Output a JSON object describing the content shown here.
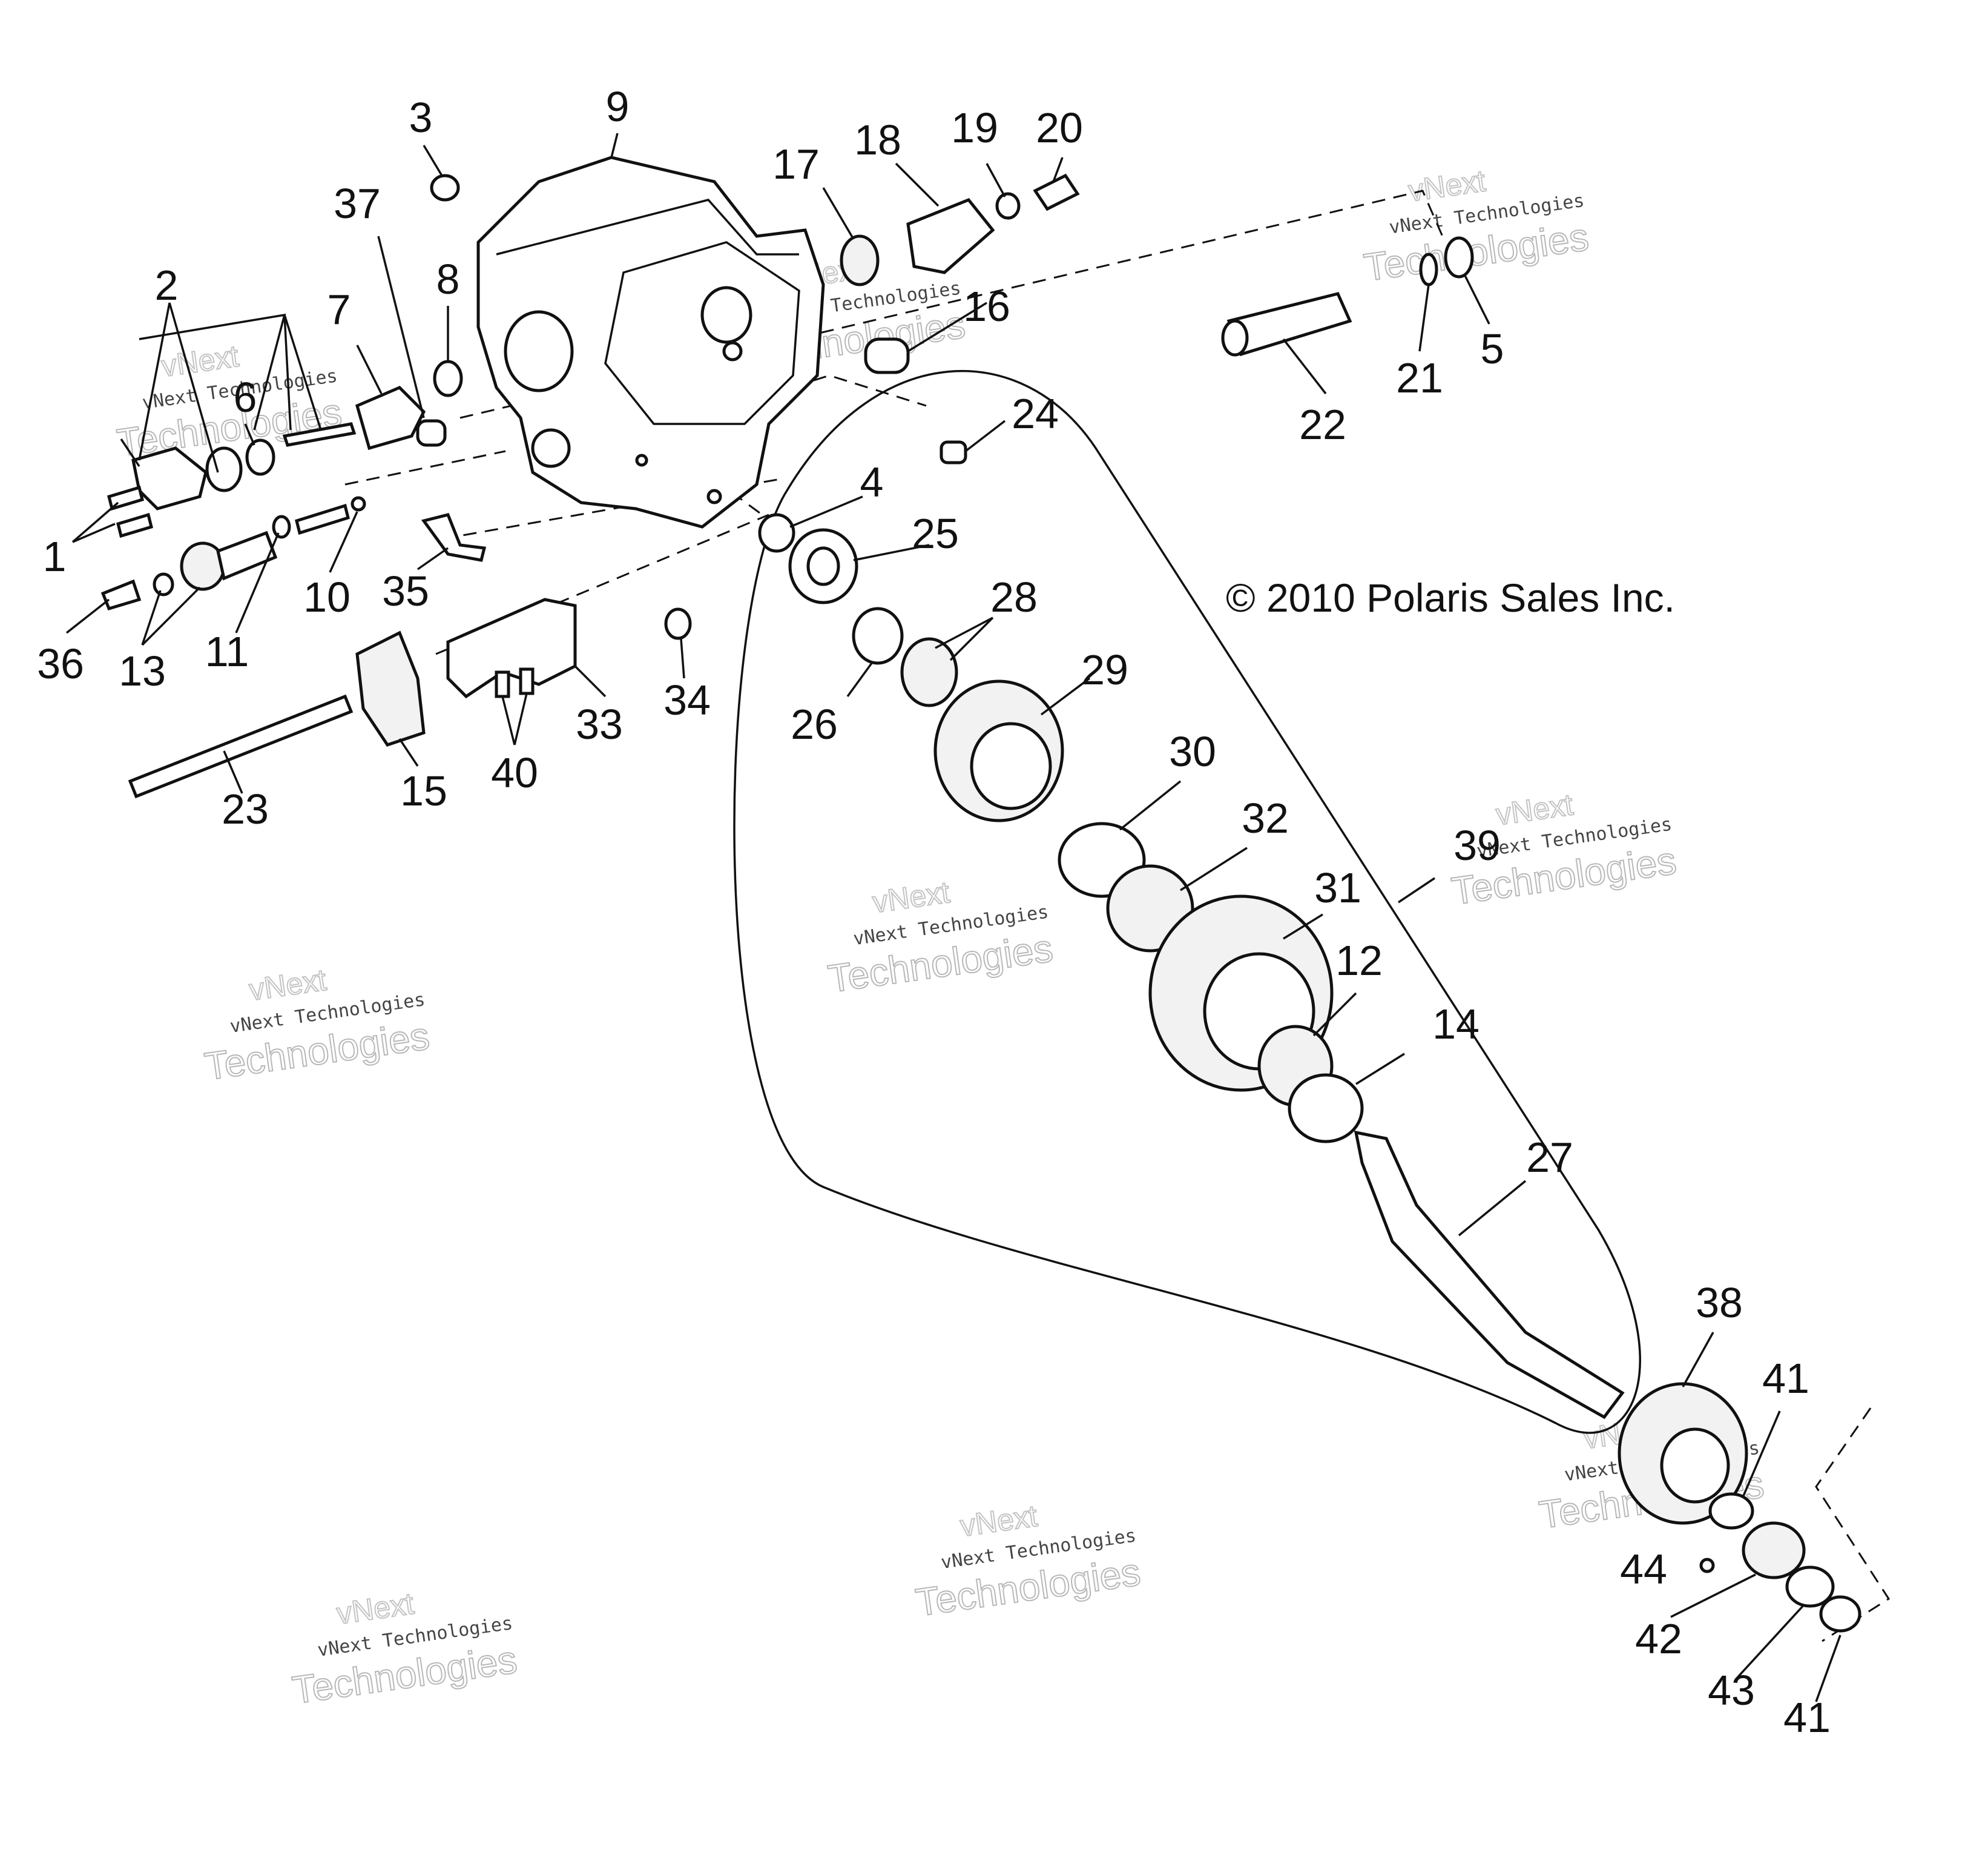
{
  "copyright": "© 2010 Polaris Sales Inc.",
  "watermark": {
    "line1": "vNext Technologies",
    "line2": "vNext",
    "line3": "Technologies"
  },
  "callouts": {
    "c1": "1",
    "c2": "2",
    "c3": "3",
    "c4": "4",
    "c5": "5",
    "c6": "6",
    "c7": "7",
    "c8": "8",
    "c9": "9",
    "c10": "10",
    "c11": "11",
    "c12": "12",
    "c13": "13",
    "c14": "14",
    "c15": "15",
    "c16": "16",
    "c17": "17",
    "c18": "18",
    "c19": "19",
    "c20": "20",
    "c21": "21",
    "c22": "22",
    "c23": "23",
    "c24": "24",
    "c25": "25",
    "c26": "26",
    "c27": "27",
    "c28": "28",
    "c29": "29",
    "c30": "30",
    "c31": "31",
    "c32": "32",
    "c33": "33",
    "c34": "34",
    "c35": "35",
    "c36": "36",
    "c37": "37",
    "c38": "38",
    "c39": "39",
    "c40": "40",
    "c41a": "41",
    "c41b": "41",
    "c42": "42",
    "c43": "43",
    "c44": "44"
  }
}
